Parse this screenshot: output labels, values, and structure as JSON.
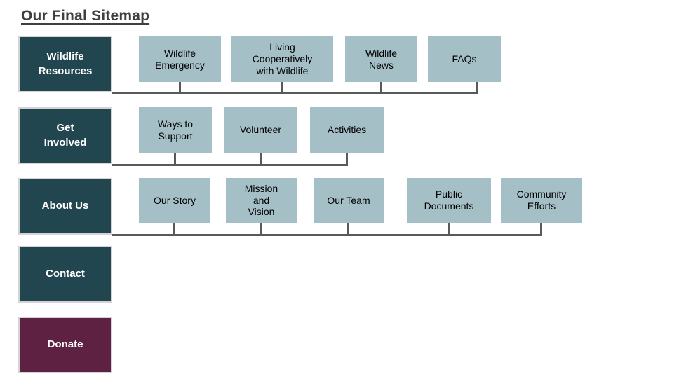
{
  "page": {
    "title": "Our Final Sitemap"
  },
  "colors": {
    "background": "#ffffff",
    "title_color": "#3f3f3f",
    "section_fill": "#22464f",
    "donate_fill": "#5e2142",
    "section_border": "#d4d4d4",
    "page_fill": "#a4bfc6",
    "connector": "#595959"
  },
  "sitemap": {
    "sections": [
      {
        "label": "Wildlife\nResources",
        "children": [
          {
            "label": "Wildlife\nEmergency"
          },
          {
            "label": "Living\nCooperatively\nwith Wildlife"
          },
          {
            "label": "Wildlife\nNews"
          },
          {
            "label": "FAQs"
          }
        ]
      },
      {
        "label": "Get\nInvolved",
        "children": [
          {
            "label": "Ways to\nSupport"
          },
          {
            "label": "Volunteer"
          },
          {
            "label": "Activities"
          }
        ]
      },
      {
        "label": "About Us",
        "children": [
          {
            "label": "Our Story"
          },
          {
            "label": "Mission\nand\nVision"
          },
          {
            "label": "Our Team"
          },
          {
            "label": "Public\nDocuments"
          },
          {
            "label": "Community\nEfforts"
          }
        ]
      },
      {
        "label": "Contact",
        "children": []
      },
      {
        "label": "Donate",
        "children": []
      }
    ]
  }
}
